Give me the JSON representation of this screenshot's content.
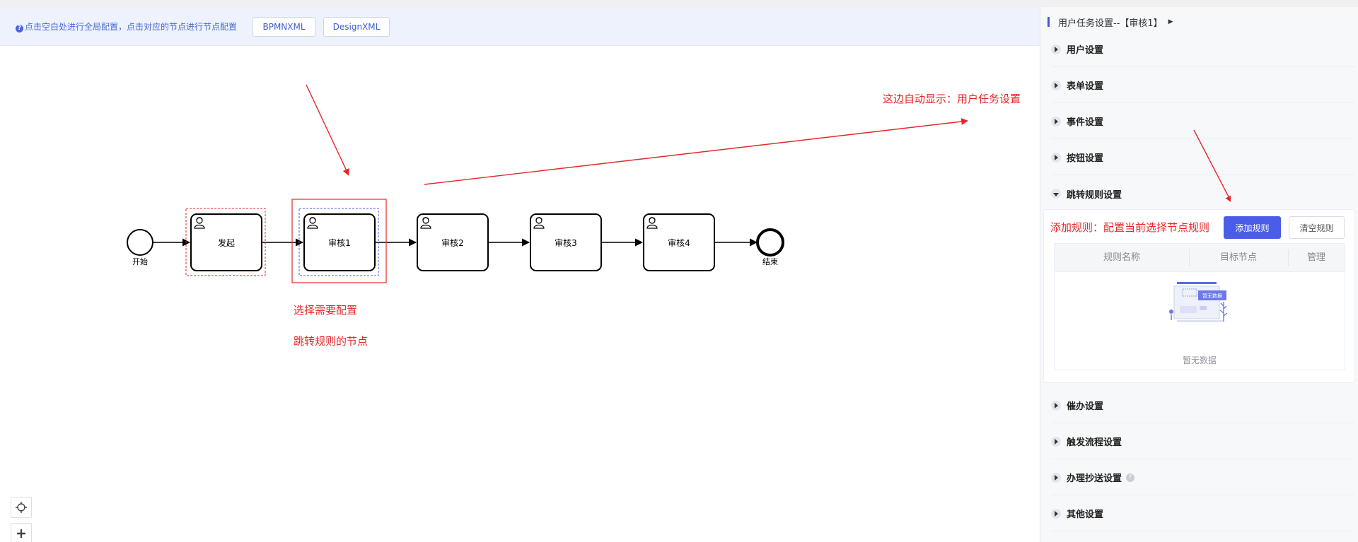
{
  "toolbar": {
    "hint": "点击空白处进行全局配置，点击对应的节点进行节点配置",
    "bpmn_btn": "BPMNXML",
    "design_btn": "DesignXML"
  },
  "diagram": {
    "start_label": "开始",
    "end_label": "结束",
    "tasks": [
      "发起",
      "审核1",
      "审核2",
      "审核3",
      "审核4"
    ]
  },
  "annotations": {
    "select_line1": "选择需要配置",
    "select_line2": "跳转规则的节点",
    "auto_show": "这边自动显示：用户任务设置",
    "add_rule_note": "添加规则：配置当前选择节点规则"
  },
  "panel": {
    "title": "用户任务设置--【审核1】",
    "sections": [
      "用户设置",
      "表单设置",
      "事件设置",
      "按钮设置",
      "跳转规则设置"
    ],
    "sections_after": [
      "催办设置",
      "触发流程设置",
      "办理抄送设置",
      "其他设置"
    ],
    "add_rule_btn": "添加规则",
    "clear_rule_btn": "清空规则",
    "table_headers": [
      "规则名称",
      "目标节点",
      "管理"
    ],
    "empty_text": "暂无数据",
    "empty_illustration_text": "暂无数据"
  },
  "colors": {
    "accent": "#4a5de8",
    "annotation_red": "#e62727",
    "toolbar_bg": "#edf2fc"
  }
}
